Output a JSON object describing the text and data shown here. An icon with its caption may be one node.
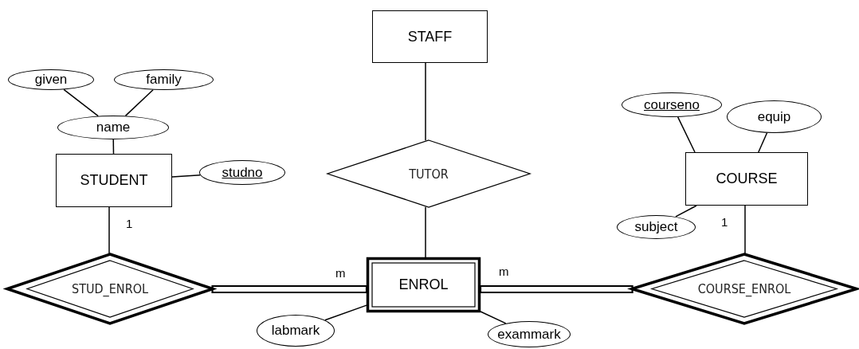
{
  "diagram": {
    "nodes": [
      {
        "text": [
          "STAFF"
        ]
      },
      {
        "text": [
          "given"
        ]
      },
      {
        "text": [
          "family"
        ]
      },
      {
        "text": [
          "name"
        ]
      },
      {
        "text": [
          "STUDENT"
        ]
      },
      {
        "text": [
          "studno"
        ]
      },
      {
        "text": [
          "TUTOR"
        ]
      },
      {
        "text": [
          "courseno"
        ]
      },
      {
        "text": [
          "equip"
        ]
      },
      {
        "text": [
          "COURSE"
        ]
      },
      {
        "text": [
          "subject"
        ]
      },
      {
        "text": [
          "STUD_ENROL"
        ]
      },
      {
        "text": [
          "ENROL"
        ]
      },
      {
        "text": [
          "COURSE_ENROL"
        ]
      },
      {
        "text": [
          "labmark"
        ]
      },
      {
        "text": [
          "exammark"
        ]
      }
    ],
    "edges": [
      {
        "from": 1,
        "to": 3,
        "arrow": "none"
      },
      {
        "from": 2,
        "to": 3,
        "arrow": "none"
      },
      {
        "from": 3,
        "to": 4,
        "arrow": "none"
      },
      {
        "from": 4,
        "to": 5,
        "arrow": "none"
      },
      {
        "from": 0,
        "to": 6,
        "arrow": "none"
      },
      {
        "from": 6,
        "to": 12,
        "arrow": "none"
      },
      {
        "from": 7,
        "to": 9,
        "arrow": "none"
      },
      {
        "from": 8,
        "to": 9,
        "arrow": "none"
      },
      {
        "from": 10,
        "to": 9,
        "arrow": "none"
      },
      {
        "from": 4,
        "to": 11,
        "arrow": "none",
        "label": "1"
      },
      {
        "from": 11,
        "to": 12,
        "arrow": "none",
        "label": "m",
        "style": "thick"
      },
      {
        "from": 12,
        "to": 13,
        "arrow": "none",
        "label": "m",
        "style": "thick"
      },
      {
        "from": 9,
        "to": 13,
        "arrow": "none",
        "label": "1"
      },
      {
        "from": 12,
        "to": 14,
        "arrow": "none"
      },
      {
        "from": 12,
        "to": 15,
        "arrow": "none"
      }
    ]
  }
}
